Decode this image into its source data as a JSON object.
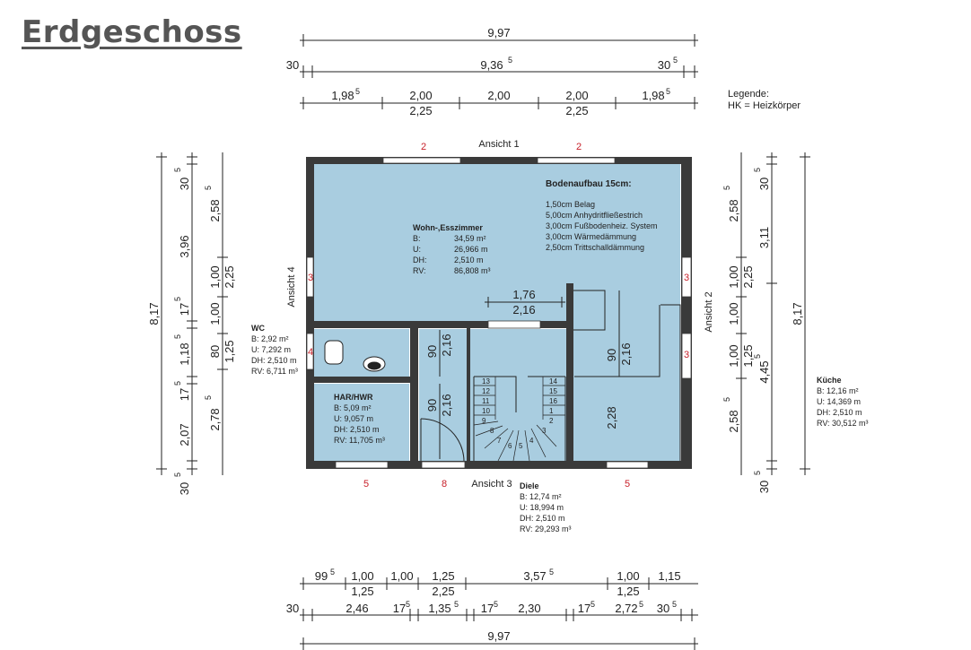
{
  "title": "Erdgeschoss",
  "legend": {
    "heading": "Legende:",
    "line1": "HK = Heizkörper"
  },
  "views": {
    "a1": "Ansicht 1",
    "a2": "Ansicht 2",
    "a3": "Ansicht 3",
    "a4": "Ansicht 4"
  },
  "window_marks": [
    "2",
    "2",
    "3",
    "3",
    "4",
    "3",
    "5",
    "8",
    "5"
  ],
  "bodenaufbau": {
    "heading": "Bodenaufbau 15cm:",
    "layers": [
      "1,50cm Belag",
      "5,00cm Anhydritfließestrich",
      "3,00cm Fußbodenheiz. System",
      "3,00cm Wärmedämmung",
      "2,50cm Trittschalldämmung"
    ]
  },
  "rooms": {
    "wohn": {
      "name": "Wohn-,Esszimmer",
      "b": "B:",
      "b_val": "34,59 m²",
      "u": "U:",
      "u_val": "26,966 m",
      "dh": "DH:",
      "dh_val": "2,510 m",
      "rv": "RV:",
      "rv_val": "86,808 m³"
    },
    "wc": {
      "name": "WC",
      "b": "B:   2,92 m²",
      "u": "U:   7,292 m",
      "dh": "DH: 2,510 m",
      "rv": "RV: 6,711 m³"
    },
    "har": {
      "name": "HAR/HWR",
      "b": "B:      5,09 m²",
      "u": "U:      9,057 m",
      "dh": "DH:    2,510 m",
      "rv": "RV: 11,705 m³"
    },
    "diele": {
      "name": "Diele",
      "b": "B:     12,74 m²",
      "u": "U:     18,994 m",
      "dh": "DH:    2,510 m",
      "rv": "RV: 29,293 m³"
    },
    "kueche": {
      "name": "Küche",
      "b": "B:     12,16 m²",
      "u": "U:     14,369 m",
      "dh": "DH:    2,510 m",
      "rv": "RV: 30,512 m³"
    }
  },
  "dims": {
    "top_total": "9,97",
    "top_r2": [
      "30",
      "9,36",
      "5",
      "30",
      "5"
    ],
    "top_r3": [
      "1,98",
      "5",
      "2,00",
      "2,00",
      "2,00",
      "1,98",
      "5"
    ],
    "top_r3b": [
      "2,25",
      "2,25"
    ],
    "inner_h": [
      "1,76",
      "2,16"
    ],
    "inner_v": [
      "90",
      "2,16",
      "90",
      "2,16",
      "90",
      "2,16",
      "2,28"
    ],
    "left_total": "8,17",
    "left_c1": [
      "30",
      "5",
      "3,96",
      "17",
      "5",
      "1,18",
      "5",
      "17",
      "5",
      "2,07",
      "30",
      "5"
    ],
    "left_c2": [
      "2,58",
      "5",
      "1,00",
      "1,00",
      "80",
      "2,78",
      "5"
    ],
    "left_c3": [
      "2,25",
      "1,25"
    ],
    "right_total": "8,17",
    "right_c1": [
      "30",
      "5",
      "3,11",
      "4,45",
      "5",
      "30",
      "5"
    ],
    "right_c2": [
      "2,58",
      "5",
      "1,00",
      "1,00",
      "1,00",
      "2,58",
      "5"
    ],
    "right_c3": [
      "2,25",
      "1,25"
    ],
    "bot_r1": [
      "99",
      "5",
      "1,00",
      "1,00",
      "1,25",
      "3,57",
      "5",
      "1,00",
      "1,15"
    ],
    "bot_r1b": [
      "1,25",
      "2,25",
      "1,25"
    ],
    "bot_r2": [
      "30",
      "2,46",
      "17",
      "5",
      "1,35",
      "5",
      "17",
      "5",
      "2,30",
      "17",
      "5",
      "2,72",
      "5",
      "30",
      "5"
    ],
    "bot_total": "9,97",
    "stair": [
      "13",
      "12",
      "11",
      "10",
      "9",
      "8",
      "14",
      "15",
      "16",
      "1",
      "2",
      "3",
      "4",
      "5",
      "6",
      "7"
    ]
  },
  "colors": {
    "room_fill": "#a9cde0",
    "wall": "#3a3a3a",
    "mark": "#c8202a"
  }
}
